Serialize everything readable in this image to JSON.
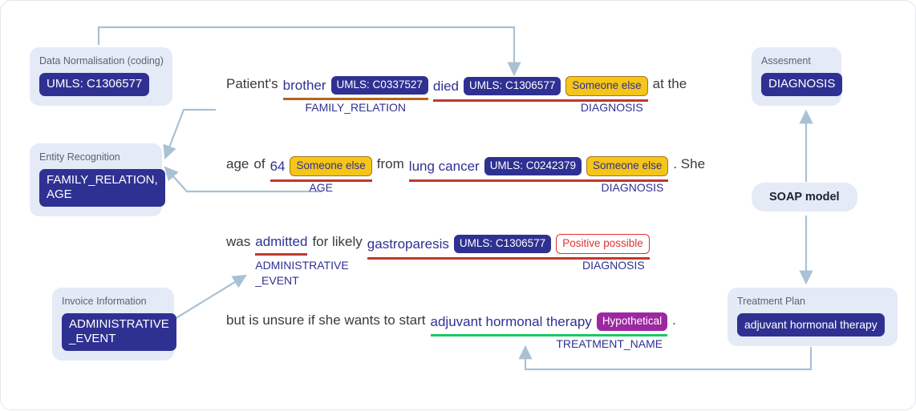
{
  "colors": {
    "brand_navy": "#2f3192",
    "card_bg": "#e4eaf6",
    "wire": "#a9c1d4",
    "underline_red": "#c0392b",
    "underline_brown": "#b5651d",
    "underline_green": "#18c964",
    "badge_yellow": "#f5c518",
    "badge_purple": "#9c27a0",
    "badge_red_border": "#e03131"
  },
  "left_cards": [
    {
      "name": "data-normalisation",
      "title": "Data Normalisation (coding)",
      "chip": "UMLS: C1306577"
    },
    {
      "name": "entity-recognition",
      "title": "Entity Recognition",
      "chip": "FAMILY_RELATION,\nAGE"
    },
    {
      "name": "invoice-information",
      "title": "Invoice Information",
      "chip": "ADMINISTRATIVE\n_EVENT"
    }
  ],
  "right_cards": [
    {
      "name": "assesment",
      "title": "Assesment",
      "chip": "DIAGNOSIS"
    },
    {
      "name": "treatment-plan",
      "title": "Treatment Plan",
      "chip": "adjuvant hormonal therapy"
    }
  ],
  "soap_pill": "SOAP model",
  "lines": [
    {
      "id": "line1",
      "tokens": [
        {
          "type": "text",
          "value": "Patient's"
        },
        {
          "type": "entity",
          "text": "brother",
          "underline": "brown",
          "badges": [
            {
              "style": "umls",
              "label": "UMLS: C0337527"
            }
          ],
          "label": "FAMILY_RELATION"
        },
        {
          "type": "entity",
          "text": "died",
          "underline": "red",
          "badges": [
            {
              "style": "umls",
              "label": "UMLS: C1306577"
            },
            {
              "style": "yellow",
              "label": "Someone else"
            }
          ],
          "label": "DIAGNOSIS"
        },
        {
          "type": "text",
          "value": "at the"
        }
      ]
    },
    {
      "id": "line2",
      "tokens": [
        {
          "type": "text",
          "value": "age"
        },
        {
          "type": "text",
          "value": "of"
        },
        {
          "type": "entity",
          "text": "64",
          "underline": "red",
          "badges": [
            {
              "style": "yellow",
              "label": "Someone else"
            }
          ],
          "label": "AGE"
        },
        {
          "type": "text",
          "value": "from"
        },
        {
          "type": "entity",
          "text": "lung cancer",
          "underline": "red",
          "badges": [
            {
              "style": "umls",
              "label": "UMLS: C0242379"
            },
            {
              "style": "yellow",
              "label": "Someone else"
            }
          ],
          "label": "DIAGNOSIS"
        },
        {
          "type": "text",
          "value": ". She"
        }
      ]
    },
    {
      "id": "line3",
      "tokens": [
        {
          "type": "text",
          "value": "was"
        },
        {
          "type": "entity",
          "text": "admitted",
          "underline": "red",
          "badges": [],
          "label": "ADMINISTRATIVE\n_EVENT"
        },
        {
          "type": "text",
          "value": "for likely"
        },
        {
          "type": "entity",
          "text": "gastroparesis",
          "underline": "red",
          "badges": [
            {
              "style": "umls",
              "label": "UMLS: C1306577"
            },
            {
              "style": "red",
              "label": "Positive possible"
            }
          ],
          "label": "DIAGNOSIS"
        }
      ]
    },
    {
      "id": "line4",
      "tokens": [
        {
          "type": "text",
          "value": "but is unsure if she wants to start"
        },
        {
          "type": "entity",
          "text": "adjuvant hormonal therapy",
          "underline": "green",
          "badges": [
            {
              "style": "purple",
              "label": "Hypothetical"
            }
          ],
          "label": "TREATMENT_NAME"
        },
        {
          "type": "text",
          "value": "."
        }
      ]
    }
  ]
}
